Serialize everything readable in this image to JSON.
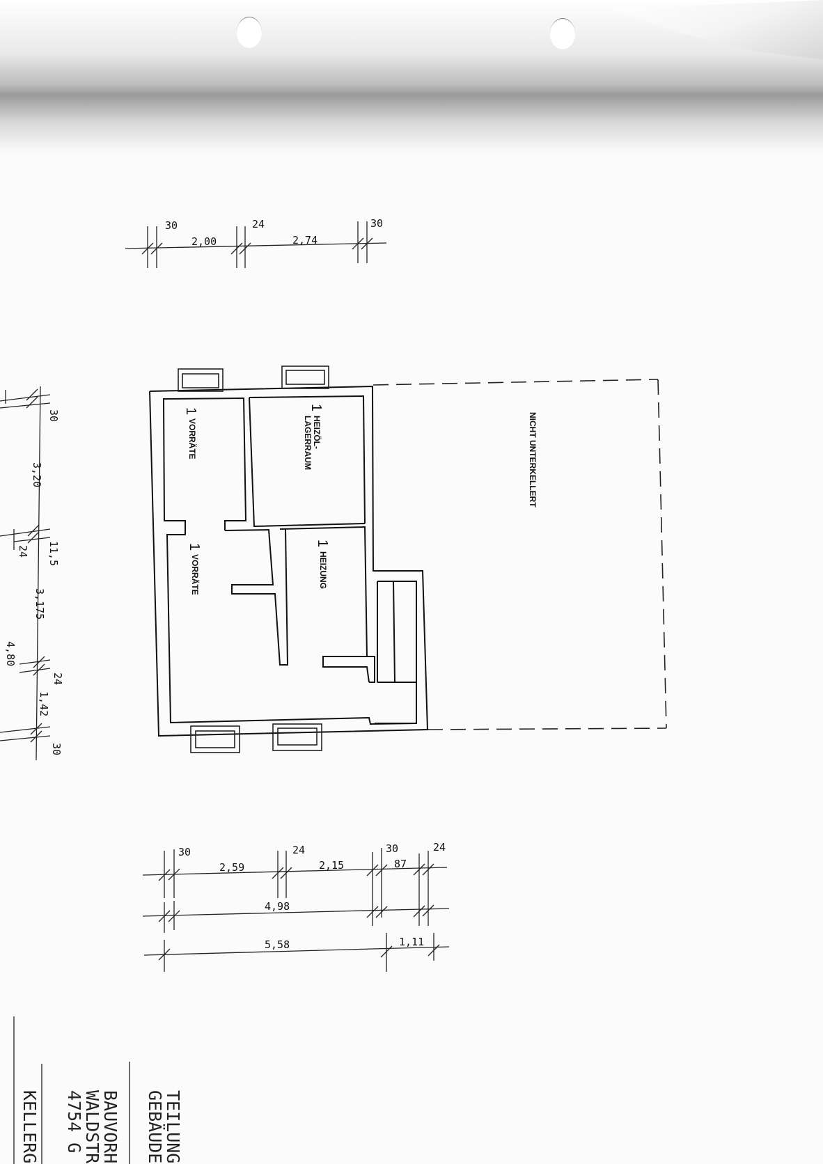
{
  "room_labels": {
    "vorraete_top": "VORRÄTE",
    "vorraete_top_num": "1",
    "heizoel_line1": "HEIZÖL-",
    "heizoel_line2": "LAGERRAUM",
    "heizoel_num": "1",
    "vorraete_mid": "VORRÄTE",
    "vorraete_mid_num": "1",
    "heizung": "HEIZUNG",
    "heizung_num": "1",
    "nicht_unterkellert": "NICHT UNTERKELLERT"
  },
  "dims_top": [
    "30",
    "2,00",
    "24",
    "2,74",
    "30"
  ],
  "dims_left": [
    "30",
    "3,20",
    "11,5",
    "24",
    "3,175",
    "24",
    "1,42",
    "30",
    "4,80"
  ],
  "dims_bottom_row1": [
    "30",
    "2,59",
    "24",
    "2,15",
    "30",
    "87",
    "24"
  ],
  "dims_bottom_row2": [
    "4,98"
  ],
  "dims_bottom_row3": [
    "5,58",
    "1,11"
  ],
  "title_block": {
    "line1": "TEILUNG",
    "line2": "GEBÄUDE",
    "line3": "BAUVORH",
    "line4": "WALDSTR",
    "line5": "4754 G",
    "line6": "KELLERG"
  }
}
